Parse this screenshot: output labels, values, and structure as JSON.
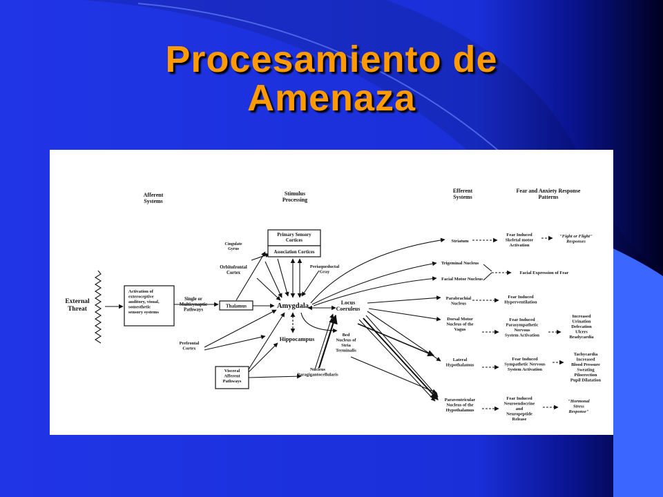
{
  "slide": {
    "title_line1": "Procesamiento de",
    "title_line2": "Amenaza",
    "title_color": "#ff9a00",
    "background_color": "#1d2fe0"
  },
  "diagram": {
    "headers": {
      "afferent": [
        "Afferent",
        "Systems"
      ],
      "stimulus": [
        "Stimulus",
        "Processing"
      ],
      "efferent": [
        "Efferent",
        "Systems"
      ],
      "response": [
        "Fear and Anxiety Response",
        "Patterns"
      ]
    },
    "external_threat": [
      "External",
      "Threat"
    ],
    "activation": [
      "Activation of",
      "exteroceptive",
      "auditory, visual,",
      "somesthetic",
      "sensory systems"
    ],
    "pathways": [
      "Single or",
      "Multisynaptic",
      "Pathways"
    ],
    "thalamus": "Thalamus",
    "amygdala": "Amygdala",
    "primary_sensory": [
      "Primary Sensory",
      "Cortices"
    ],
    "association": "Association Cortices",
    "cingulate": [
      "Cingulate",
      "Gyrus"
    ],
    "orbitofrontal": [
      "Orbitofrontal",
      "Cortex"
    ],
    "periaqueductal": [
      "Periaqueductal",
      "Gray"
    ],
    "locus": [
      "Locus",
      "Coeruleus"
    ],
    "prefrontal": [
      "Prefrontal",
      "Cortex"
    ],
    "hippocampus": "Hippocampus",
    "bed_nucleus": [
      "Bed",
      "Nucleus of",
      "Stria",
      "Terminalis"
    ],
    "visceral": [
      "Visceral",
      "Afferent",
      "Pathways"
    ],
    "nucleus_para": [
      "Nucleus",
      "Paragigantocellularis"
    ],
    "efferent_nodes": {
      "striatum": [
        "Striatum"
      ],
      "trigeminal": [
        "Trigeminal Nucleus"
      ],
      "facial_motor": [
        "Facial Motor Nucleus"
      ],
      "parabrachial": [
        "Parabrachial",
        "Nucleus"
      ],
      "dorsal_motor": [
        "Dorsal Motor",
        "Nucleus of the",
        "Vagus"
      ],
      "lateral_hyp": [
        "Lateral",
        "Hypothalamus"
      ],
      "paraventricular": [
        "Paraventricular",
        "Nucleus of the",
        "Hypothalamus"
      ]
    },
    "responses": {
      "skeletal": [
        "Fear Induced",
        "Skeletal motor",
        "Activation"
      ],
      "fight": [
        "\"Fight or Flight\"",
        "Responses"
      ],
      "facial_expr": [
        "Facial Expression of Fear"
      ],
      "hyperventilation": [
        "Fear Induced",
        "Hyperventilation"
      ],
      "parasympathetic": [
        "Fear Induced",
        "Parasympathetic",
        "Nervous",
        "System Activation"
      ],
      "vagal_signs": [
        "Increased",
        "Urination",
        "Defecation",
        "Ulcers",
        "Bradycardia"
      ],
      "sympathetic": [
        "Fear Induced",
        "Sympathetic Nervous",
        "System Activation"
      ],
      "symp_signs": [
        "Tachycardia",
        "Increased",
        "Blood Pressure",
        "Sweating",
        "Piloerection",
        "Pupil Dilatation"
      ],
      "neuroendocrine": [
        "Fear Induced",
        "Neuroendocrine",
        "and",
        "Neuropeptide",
        "Release"
      ],
      "hormonal": [
        "\"Hormonal",
        "Stress",
        "Response\""
      ]
    }
  }
}
